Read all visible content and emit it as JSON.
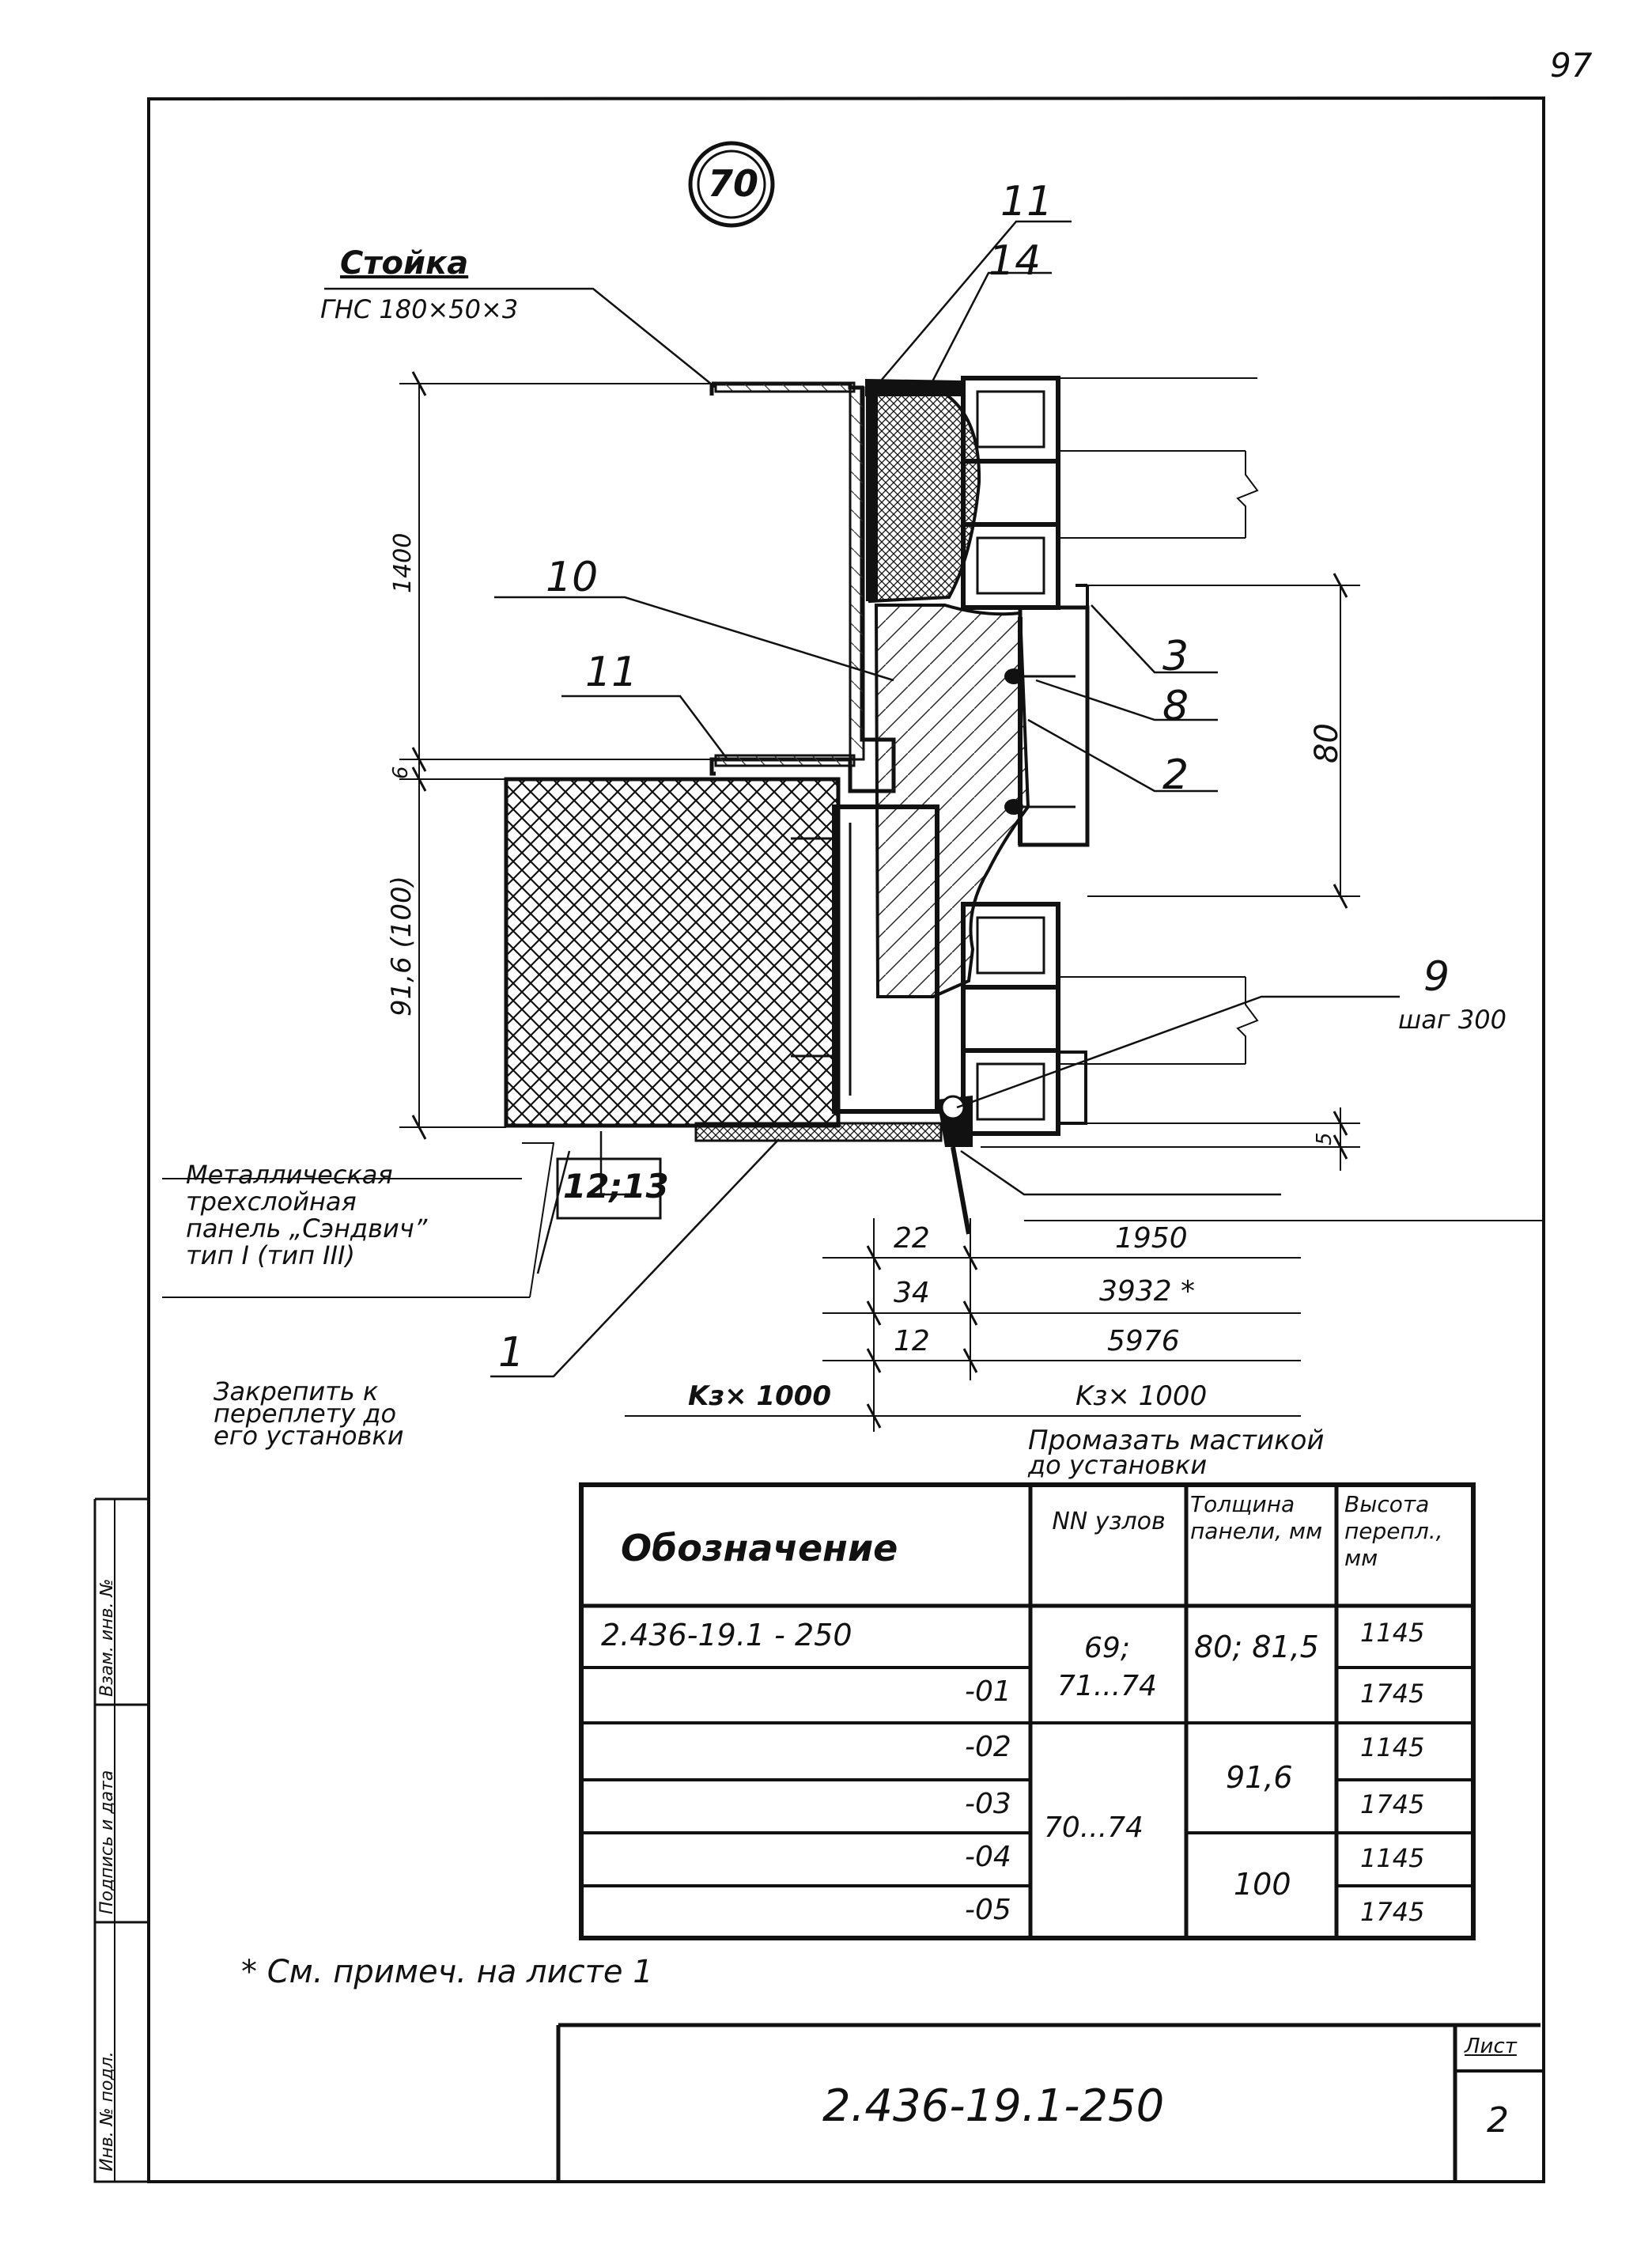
{
  "page_number": "97",
  "node_number": "70",
  "labels": {
    "post_title": "Стойка",
    "post_section": "ГНС 180×50×3",
    "panel_lines": [
      "Металлическая",
      "трехслойная",
      "панель „Сэндвич”",
      "тип I (тип III)"
    ],
    "fix_note_lines": [
      "Закрепить к",
      "переплету до",
      "его установки"
    ],
    "mastic_note_lines": [
      "Промазать мастикой",
      "до установки"
    ],
    "step_note": "шаг 300"
  },
  "callouts": [
    "11",
    "14",
    "10",
    "11",
    "3",
    "8",
    "2",
    "9",
    "12;13",
    "1"
  ],
  "dimensions": {
    "vertical_left": [
      "1400",
      "6",
      "91,6 (100)"
    ],
    "vertical_right": [
      "80",
      "5"
    ],
    "bottom_left": [
      "22",
      "34",
      "12",
      "Kз× 1000"
    ],
    "bottom_right": [
      "1950",
      "3932 *",
      "5976",
      "Kз× 1000"
    ]
  },
  "table": {
    "headers": [
      "Обозначение",
      "NN узлов",
      "Толщина панели, мм",
      "Высота перепл., мм"
    ],
    "rows": [
      {
        "designation": "2.436-19.1 - 250",
        "nodes": "69; 71...74",
        "thickness": "80; 81,5",
        "height": "1145"
      },
      {
        "designation": "-01",
        "nodes": "",
        "thickness": "",
        "height": "1745"
      },
      {
        "designation": "-02",
        "nodes": "70...74",
        "thickness": "91,6",
        "height": "1145"
      },
      {
        "designation": "-03",
        "nodes": "",
        "thickness": "",
        "height": "1745"
      },
      {
        "designation": "-04",
        "nodes": "",
        "thickness": "100",
        "height": "1145"
      },
      {
        "designation": "-05",
        "nodes": "",
        "thickness": "",
        "height": "1745"
      }
    ]
  },
  "footnote": "* См. примеч. на листе 1",
  "title_block": {
    "designation": "2.436-19.1-250",
    "sheet_label": "Лист",
    "sheet_number": "2"
  },
  "side_stamp": [
    "Инв. № подл.",
    "Подпись и дата",
    "Взам. инв. №"
  ]
}
